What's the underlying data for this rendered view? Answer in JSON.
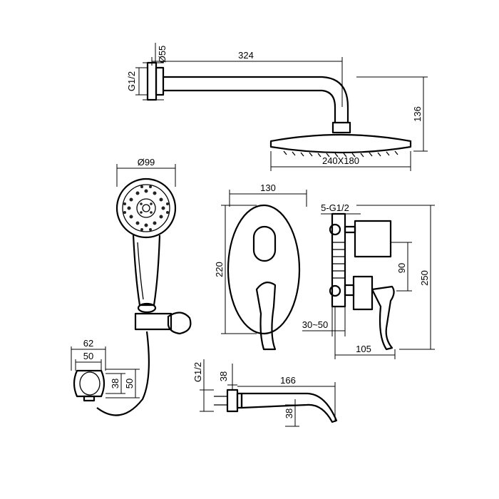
{
  "dimensions": {
    "shower_arm_length": "324",
    "wall_flange_diameter": "Ø55",
    "arm_thread": "G1/2",
    "arm_drop_height": "136",
    "head_size": "240X180",
    "hand_shower_diameter": "Ø99",
    "plate_width": "130",
    "plate_height": "220",
    "outlet_thread": "5-G1/2",
    "mixer_depth_upper": "90",
    "mixer_total_height": "250",
    "mixer_depth_range": "30~50",
    "mixer_overall_depth": "105",
    "holder_width_outer": "62",
    "holder_width_inner": "50",
    "holder_height_inner": "38",
    "holder_height_outer": "50",
    "spout_thread": "G1/2",
    "spout_flange": "38",
    "spout_length": "166",
    "spout_height": "38"
  }
}
